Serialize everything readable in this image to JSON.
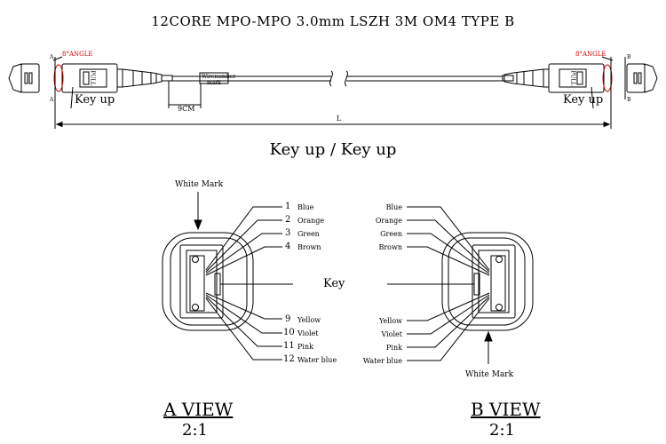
{
  "title": "12CORE MPO-MPO 3.0mm LSZH 3M OM4 TYPE B",
  "subtitle": "Key up / Key up",
  "cable": {
    "end_a_letter": "A",
    "end_b_letter": "B",
    "angle_label": "8°ANGLE",
    "key_up_label": "Key up",
    "pull_label": "PULL",
    "length_label": "L",
    "dim_label": "9CM",
    "marker_text_1": "Wirenumber",
    "marker_text_2": "mark"
  },
  "view_a": {
    "title": "A VIEW",
    "scale": "2:1",
    "white_mark": "White Mark",
    "key_label": "Key",
    "fibers": [
      {
        "num": "1",
        "color": "Blue"
      },
      {
        "num": "2",
        "color": "Orange"
      },
      {
        "num": "3",
        "color": "Green"
      },
      {
        "num": "4",
        "color": "Brown"
      },
      {
        "num": "9",
        "color": "Yellow"
      },
      {
        "num": "10",
        "color": "Violet"
      },
      {
        "num": "11",
        "color": "Pink"
      },
      {
        "num": "12",
        "color": "Water blue"
      }
    ]
  },
  "view_b": {
    "title": "B VIEW",
    "scale": "2:1",
    "white_mark": "White Mark",
    "fibers": [
      {
        "color": "Blue"
      },
      {
        "color": "Orange"
      },
      {
        "color": "Green"
      },
      {
        "color": "Brown"
      },
      {
        "color": "Yellow"
      },
      {
        "color": "Violet"
      },
      {
        "color": "Pink"
      },
      {
        "color": "Water blue"
      }
    ]
  },
  "colors": {
    "line": "#000000",
    "accent": "#d00000"
  }
}
